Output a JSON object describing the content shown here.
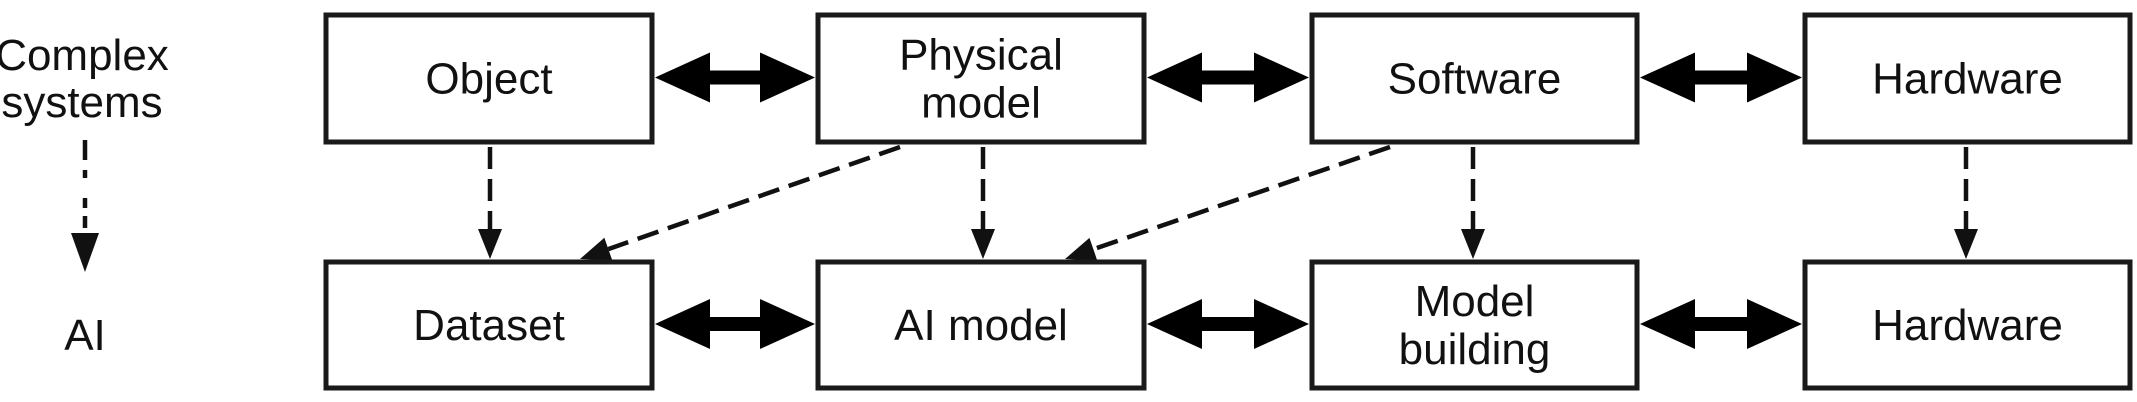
{
  "side_labels": {
    "top": [
      "Complex",
      "systems"
    ],
    "bottom": "AI"
  },
  "top_row": [
    {
      "id": "object",
      "lines": [
        "Object"
      ]
    },
    {
      "id": "physical-model",
      "lines": [
        "Physical",
        "model"
      ]
    },
    {
      "id": "software",
      "lines": [
        "Software"
      ]
    },
    {
      "id": "hardware-top",
      "lines": [
        "Hardware"
      ]
    }
  ],
  "bottom_row": [
    {
      "id": "dataset",
      "lines": [
        "Dataset"
      ]
    },
    {
      "id": "ai-model",
      "lines": [
        "AI model"
      ]
    },
    {
      "id": "model-building",
      "lines": [
        "Model",
        "building"
      ]
    },
    {
      "id": "hardware-bottom",
      "lines": [
        "Hardware"
      ]
    }
  ],
  "horizontal_links": [
    {
      "row": "top",
      "from": "object",
      "to": "physical-model",
      "type": "bidirectional"
    },
    {
      "row": "top",
      "from": "physical-model",
      "to": "software",
      "type": "bidirectional"
    },
    {
      "row": "top",
      "from": "software",
      "to": "hardware-top",
      "type": "bidirectional"
    },
    {
      "row": "bottom",
      "from": "dataset",
      "to": "ai-model",
      "type": "bidirectional"
    },
    {
      "row": "bottom",
      "from": "ai-model",
      "to": "model-building",
      "type": "bidirectional"
    },
    {
      "row": "bottom",
      "from": "model-building",
      "to": "hardware-bottom",
      "type": "bidirectional"
    }
  ],
  "mapping_links": [
    {
      "from": "object",
      "to": "dataset",
      "style": "dashed"
    },
    {
      "from": "physical-model",
      "to": "dataset",
      "style": "dashed"
    },
    {
      "from": "physical-model",
      "to": "ai-model",
      "style": "dashed"
    },
    {
      "from": "software",
      "to": "ai-model",
      "style": "dashed"
    },
    {
      "from": "software",
      "to": "model-building",
      "style": "dashed"
    },
    {
      "from": "hardware-top",
      "to": "hardware-bottom",
      "style": "dashed"
    }
  ]
}
